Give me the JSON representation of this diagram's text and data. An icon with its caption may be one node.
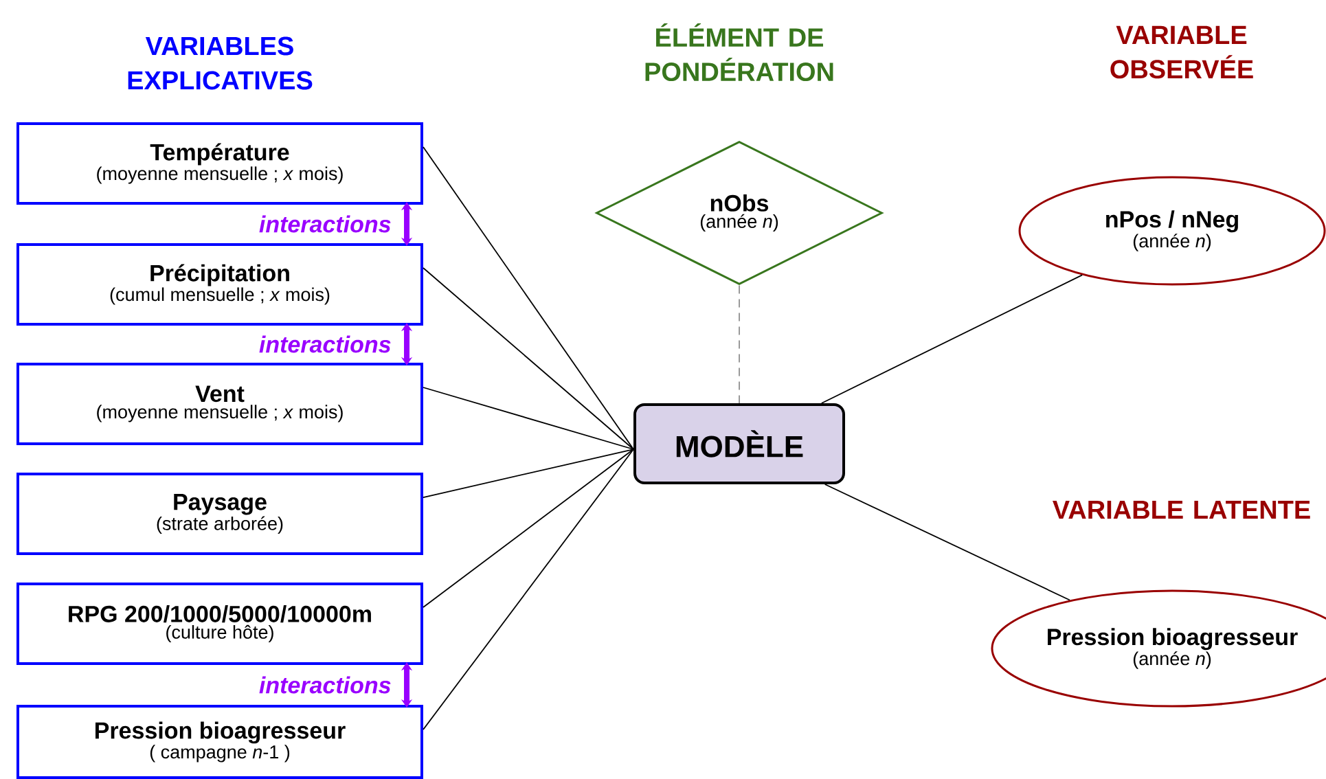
{
  "diagram": {
    "nodes": [
      {
        "text": [
          "Température",
          "(moyenne mensuelle ; *x* mois)"
        ]
      },
      {
        "text": [
          "Précipitation",
          "(cumul mensuelle ; *x* mois)"
        ]
      },
      {
        "text": [
          "Vent",
          "(moyenne mensuelle ; *x* mois)"
        ]
      },
      {
        "text": [
          "Paysage",
          "(strate arborée)"
        ]
      },
      {
        "text": [
          "RPG 200/1000/5000/10000m",
          "(culture hôte)"
        ]
      },
      {
        "text": [
          "Pression bioagresseur",
          "( campagne *n*-1 )"
        ]
      },
      {
        "text": [
          "MODÈLE"
        ]
      },
      {
        "text": [
          "nObs",
          "(année *n*)"
        ]
      },
      {
        "text": [
          "nPos / nNeg",
          "(année *n*)"
        ]
      },
      {
        "text": [
          "Pression bioagresseur",
          "(année *n*)"
        ]
      }
    ],
    "edges": [
      {
        "from": 0,
        "to": 6,
        "arrow": "none"
      },
      {
        "from": 1,
        "to": 6,
        "arrow": "none"
      },
      {
        "from": 2,
        "to": 6,
        "arrow": "none"
      },
      {
        "from": 3,
        "to": 6,
        "arrow": "none"
      },
      {
        "from": 4,
        "to": 6,
        "arrow": "none"
      },
      {
        "from": 5,
        "to": 6,
        "arrow": "none"
      },
      {
        "from": 7,
        "to": 6,
        "arrow": "none",
        "style": "dashed"
      },
      {
        "from": 6,
        "to": 8,
        "arrow": "none"
      },
      {
        "from": 6,
        "to": 9,
        "arrow": "none"
      },
      {
        "from": 0,
        "to": 1,
        "arrow": "both",
        "label": "interactions",
        "style": "thick",
        "color": "#9900ff"
      },
      {
        "from": 1,
        "to": 2,
        "arrow": "both",
        "label": "interactions",
        "style": "thick",
        "color": "#9900ff"
      },
      {
        "from": 4,
        "to": 5,
        "arrow": "both",
        "label": "interactions",
        "style": "thick",
        "color": "#9900ff"
      }
    ],
    "labels": [
      "VARIABLES EXPLICATIVES",
      "ÉLÉMENT DE PONDÉRATION",
      "VARIABLE OBSERVÉE",
      "VARIABLE LATENTE"
    ]
  }
}
